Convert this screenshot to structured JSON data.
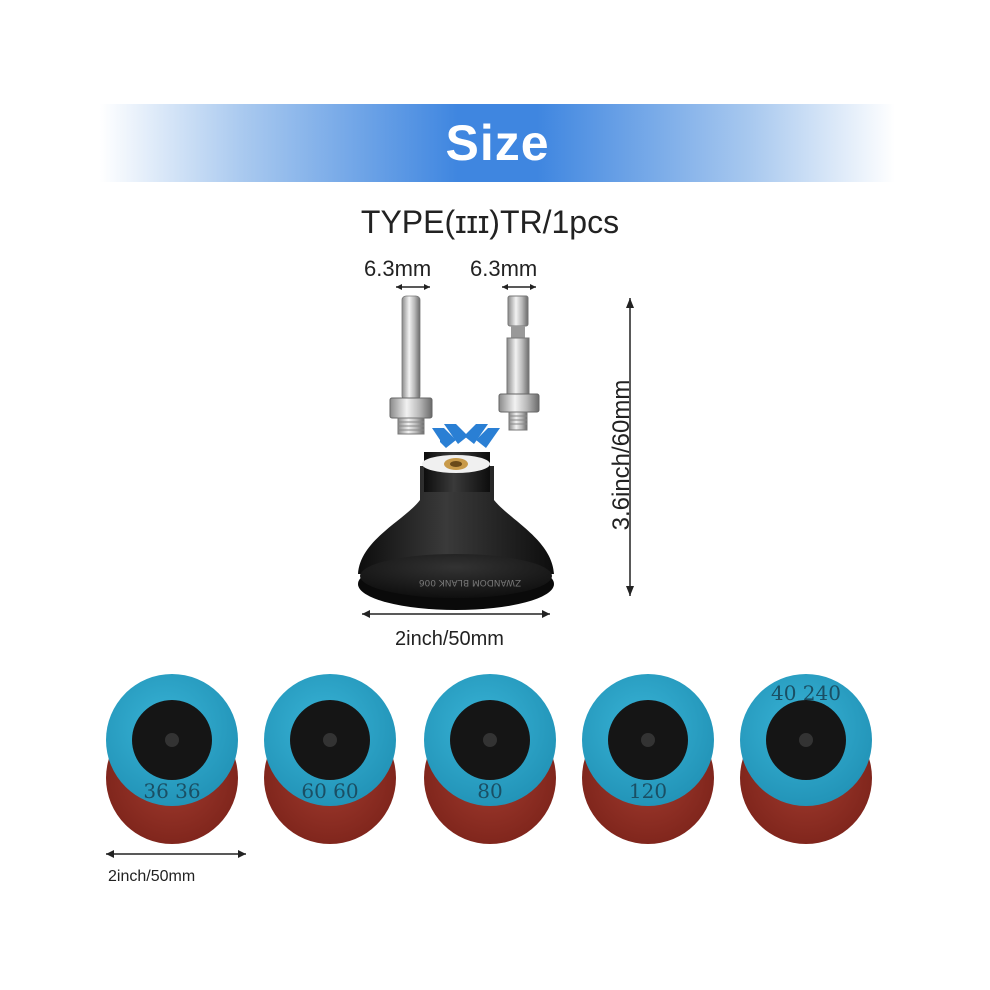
{
  "banner": {
    "title": "Size"
  },
  "product": {
    "type_label": "TYPE(ɪɪɪ)TR/1pcs",
    "shank_left": "6.3mm",
    "shank_right": "6.3mm",
    "height_label": "3.6inch/60mm",
    "width_label": "2inch/50mm",
    "pad_text": "ZWANDOM BLANK 006"
  },
  "discs": {
    "width_label": "2inch/50mm",
    "items": [
      {
        "grit": "36 36"
      },
      {
        "grit": "60 60"
      },
      {
        "grit": "80"
      },
      {
        "grit": "120"
      },
      {
        "grit": "40 240"
      }
    ]
  },
  "colors": {
    "banner_blue": "#3f86e0",
    "disc_blue": "#2aa0c2",
    "disc_red": "#8e2b24",
    "pad_black": "#1a1a1a"
  }
}
